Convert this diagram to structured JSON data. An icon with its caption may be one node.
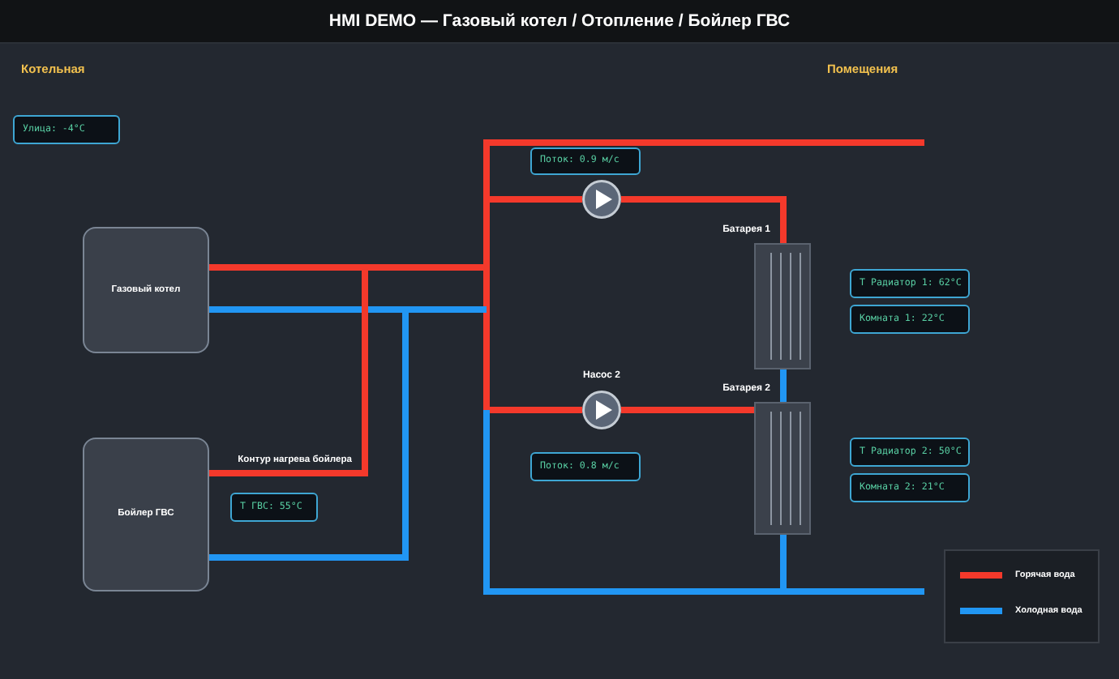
{
  "diagram": {
    "title": "HMI DEMO — Газовый котел / Отопление / Бойлер ГВС",
    "nodes": [
      {
        "text": [
          "Улица: -4°C"
        ]
      },
      {
        "text": [
          "Газовый котел"
        ]
      },
      {
        "text": [
          "Бойлер ГВС"
        ]
      },
      {
        "text": [
          "Т ГВС: 55°C"
        ]
      },
      {
        "text": [
          "Поток: 0.9 м/с"
        ]
      },
      {
        "text": [],
        "shape": "circle"
      },
      {
        "text": [
          "Батарея 1"
        ]
      },
      {
        "text": [
          "Т Радиатор 1: 62°C"
        ]
      },
      {
        "text": [
          "Комната 1: 22°C"
        ]
      },
      {
        "text": [
          "Насос 2"
        ]
      },
      {
        "text": [
          "Батарея 2"
        ]
      },
      {
        "text": [
          "Поток: 0.8 м/с"
        ]
      },
      {
        "text": [
          "Т Радиатор 2: 50°C"
        ]
      },
      {
        "text": [
          "Комната 2: 21°C"
        ]
      }
    ],
    "edges": [
      {
        "from": 1,
        "to": 5,
        "arrow": "none"
      },
      {
        "from": 5,
        "to": 6,
        "arrow": "none"
      },
      {
        "from": 1,
        "to": 9,
        "arrow": "none"
      },
      {
        "from": 9,
        "to": 10,
        "arrow": "none"
      },
      {
        "from": 6,
        "to": 10,
        "arrow": "none",
        "color": "#2196f3"
      },
      {
        "from": 10,
        "to": 1,
        "arrow": "none",
        "color": "#2196f3"
      },
      {
        "from": null,
        "to": 1,
        "arrow": "none",
        "color": "#2196f3"
      },
      {
        "from": 1,
        "to": 2,
        "arrow": "none",
        "label": "Контур нагрева бойлера"
      },
      {
        "from": 2,
        "to": 1,
        "arrow": "none",
        "color": "#2196f3"
      },
      {
        "from": 1,
        "to": null,
        "arrow": "none"
      }
    ],
    "labels": [
      "Котельная",
      "Помещения"
    ],
    "legend": [
      {
        "text": "Горячая вода",
        "color": "#f4392b"
      },
      {
        "text": "Холодная вода",
        "color": "#2196f3"
      }
    ]
  }
}
